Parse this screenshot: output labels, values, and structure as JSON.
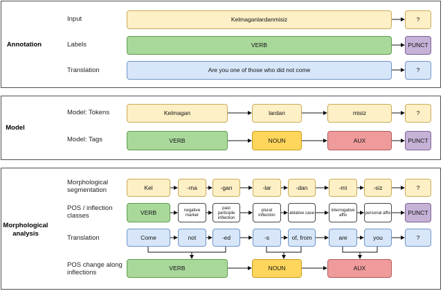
{
  "sections": {
    "annotation": "Annotation",
    "model": "Model",
    "morph": "Morphological analysis"
  },
  "rows": {
    "input": "Input",
    "labels": "Labels",
    "translation": "Translation",
    "model_tokens": "Model: Tokens",
    "model_tags": "Model: Tags",
    "morph_seg": "Morphological segmentation",
    "pos_infl": "POS / inflection classes",
    "translation2": "Translation",
    "pos_change": "POS change along inflections"
  },
  "annotation": {
    "input": "Kelmaganlardanmisiz",
    "input_punct": "?",
    "label": "VERB",
    "label_punct": "PUNCT",
    "translation": "Are you one of those who did not come",
    "translation_punct": "?"
  },
  "model": {
    "tokens": [
      "Kelmagan",
      "lardan",
      "misiz",
      "?"
    ],
    "tags": [
      "VERB",
      "NOUN",
      "AUX",
      "PUNCT"
    ]
  },
  "morph": {
    "segments": [
      "Kel",
      "-ma",
      "-gan",
      "-lar",
      "-dan",
      "-mi",
      "-siz",
      "?"
    ],
    "classes": [
      "VERB",
      "negative marker",
      "past participle inflection",
      "plural inflection",
      "ablative case",
      "interrogative affix",
      "personal affix",
      "PUNCT"
    ],
    "translation": [
      "Come",
      "not",
      "-ed",
      "-s",
      "of, from",
      "are",
      "you",
      "?"
    ],
    "pos_change": [
      "VERB",
      "NOUN",
      "AUX"
    ]
  },
  "colors": {
    "token_yellow": "#fdf0c6",
    "verb_green": "#a9d89b",
    "translation_blue": "#d7e6f8",
    "noun_orange": "#ffd65c",
    "aux_red": "#ef9b9b",
    "punct_purple": "#c5b2d6"
  }
}
